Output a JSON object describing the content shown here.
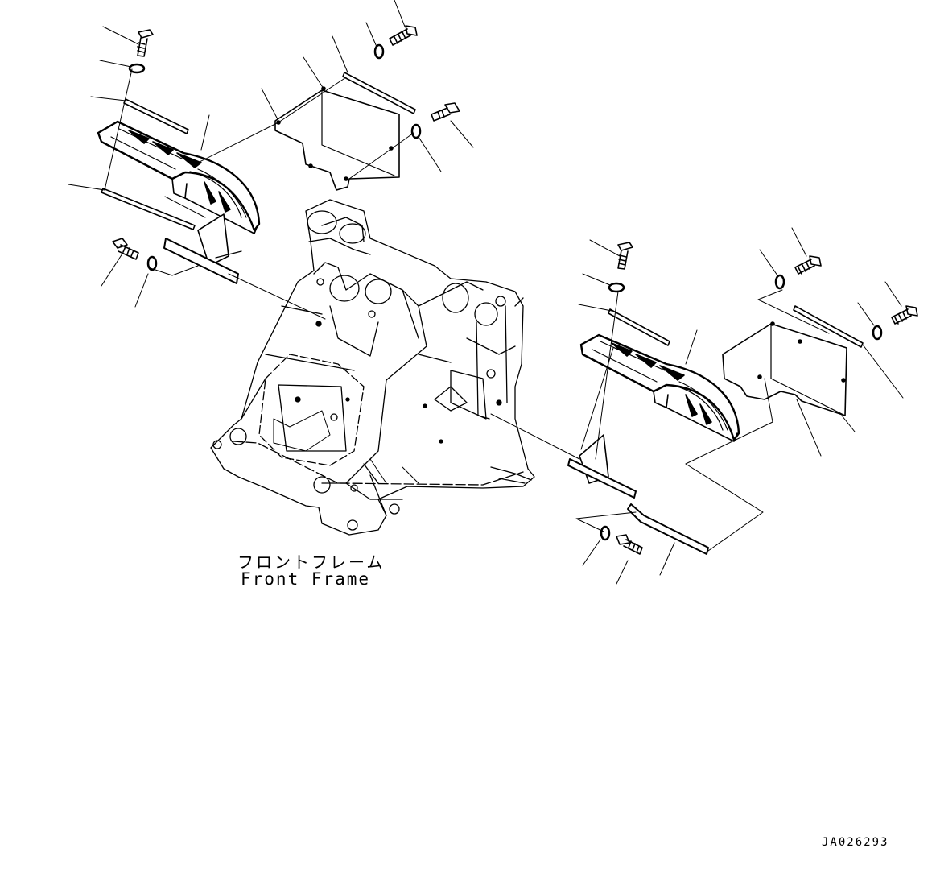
{
  "diagram": {
    "part_label_jp": "フロントフレーム",
    "part_label_en": "Front Frame",
    "drawing_number": "JA026293",
    "line_color": "#000000",
    "background_color": "#ffffff"
  }
}
